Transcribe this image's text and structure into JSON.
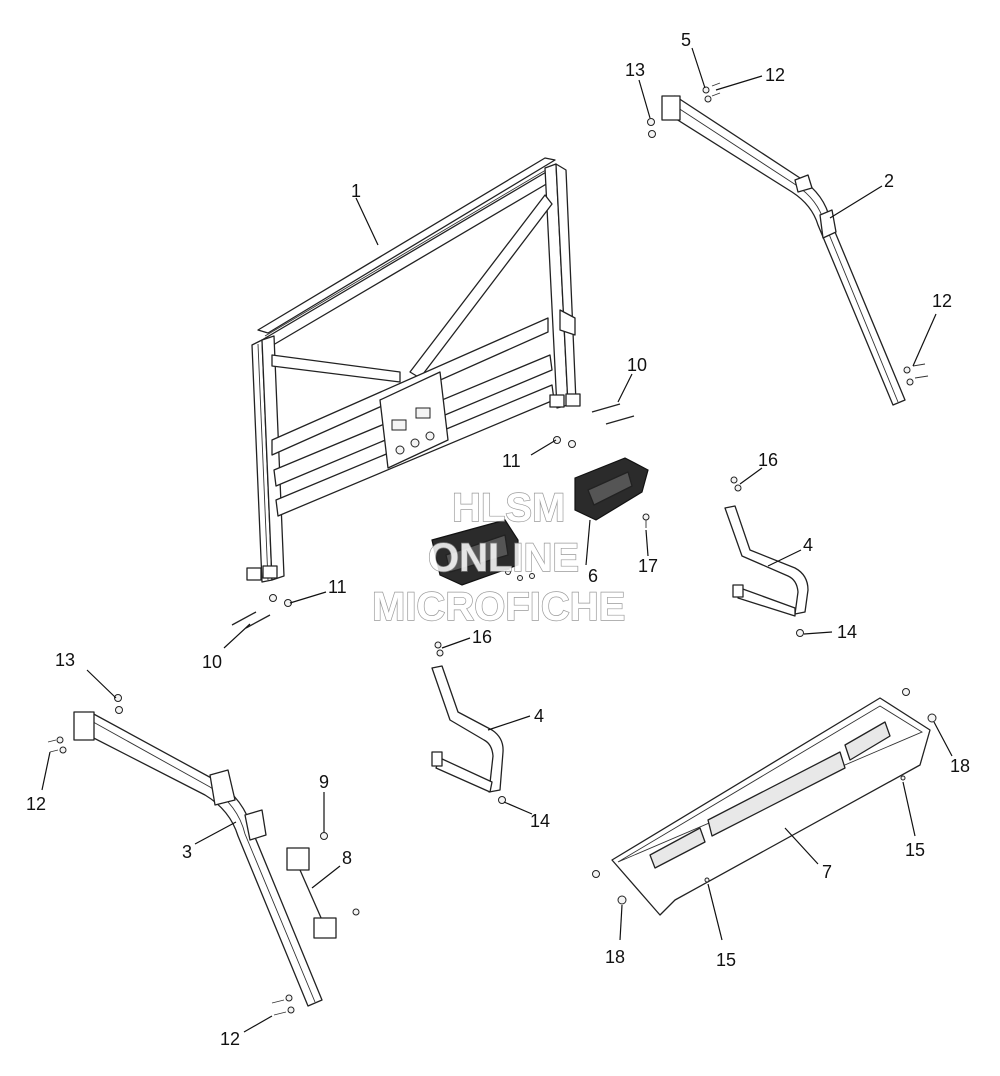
{
  "diagram": {
    "type": "exploded-parts-diagram",
    "callouts": [
      {
        "id": "c1",
        "text": "1"
      },
      {
        "id": "c2",
        "text": "2"
      },
      {
        "id": "c3",
        "text": "3"
      },
      {
        "id": "c4a",
        "text": "4"
      },
      {
        "id": "c4b",
        "text": "4"
      },
      {
        "id": "c5",
        "text": "5"
      },
      {
        "id": "c6",
        "text": "6"
      },
      {
        "id": "c7",
        "text": "7"
      },
      {
        "id": "c8",
        "text": "8"
      },
      {
        "id": "c9",
        "text": "9"
      },
      {
        "id": "c10a",
        "text": "10"
      },
      {
        "id": "c10b",
        "text": "10"
      },
      {
        "id": "c11a",
        "text": "11"
      },
      {
        "id": "c11b",
        "text": "11"
      },
      {
        "id": "c12a",
        "text": "12"
      },
      {
        "id": "c12b",
        "text": "12"
      },
      {
        "id": "c12c",
        "text": "12"
      },
      {
        "id": "c12d",
        "text": "12"
      },
      {
        "id": "c13a",
        "text": "13"
      },
      {
        "id": "c13b",
        "text": "13"
      },
      {
        "id": "c14a",
        "text": "14"
      },
      {
        "id": "c14b",
        "text": "14"
      },
      {
        "id": "c15a",
        "text": "15"
      },
      {
        "id": "c15b",
        "text": "15"
      },
      {
        "id": "c16a",
        "text": "16"
      },
      {
        "id": "c16b",
        "text": "16"
      },
      {
        "id": "c17",
        "text": "17"
      },
      {
        "id": "c18a",
        "text": "18"
      },
      {
        "id": "c18b",
        "text": "18"
      }
    ]
  },
  "watermark": {
    "line1": "HLSM",
    "line2": "ONLINE",
    "line3": "MICROFICHE"
  }
}
